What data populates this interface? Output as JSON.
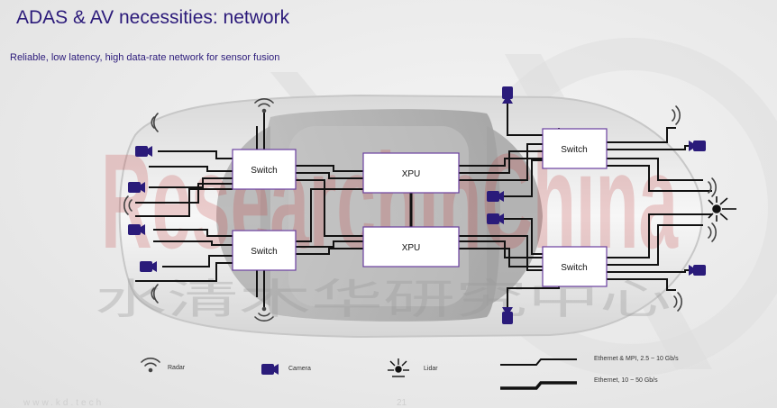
{
  "slide": {
    "title": "ADAS & AV necessities: network",
    "subtitle": "Reliable, low latency, high data-rate network for sensor fusion",
    "footer_left": "www.kd.tech",
    "page_number": "21"
  },
  "diagram": {
    "switches": [
      {
        "id": "switch-front-left",
        "label": "Switch"
      },
      {
        "id": "switch-rear-left",
        "label": "Switch"
      },
      {
        "id": "switch-front-right",
        "label": "Switch"
      },
      {
        "id": "switch-rear-right",
        "label": "Switch"
      }
    ],
    "processors": [
      {
        "id": "xpu-top",
        "label": "XPU"
      },
      {
        "id": "xpu-bottom",
        "label": "XPU"
      }
    ]
  },
  "legend": {
    "radar": "Radar",
    "camera": "Camera",
    "lidar": "Lidar",
    "ethernet_mpi": "Ethernet & MPI, 2.5 ~ 10 Gb/s",
    "ethernet": "Ethernet, 10 ~ 50 Gb/s"
  },
  "watermark": {
    "latin": "ResearchInChina",
    "chinese": "水清木华研究中心"
  },
  "colors": {
    "title": "#2b1a7a",
    "device": "#2a1b7a",
    "wire": "#111111",
    "box_border": "#6a3fa0",
    "watermark_red": "#c33a3a"
  }
}
